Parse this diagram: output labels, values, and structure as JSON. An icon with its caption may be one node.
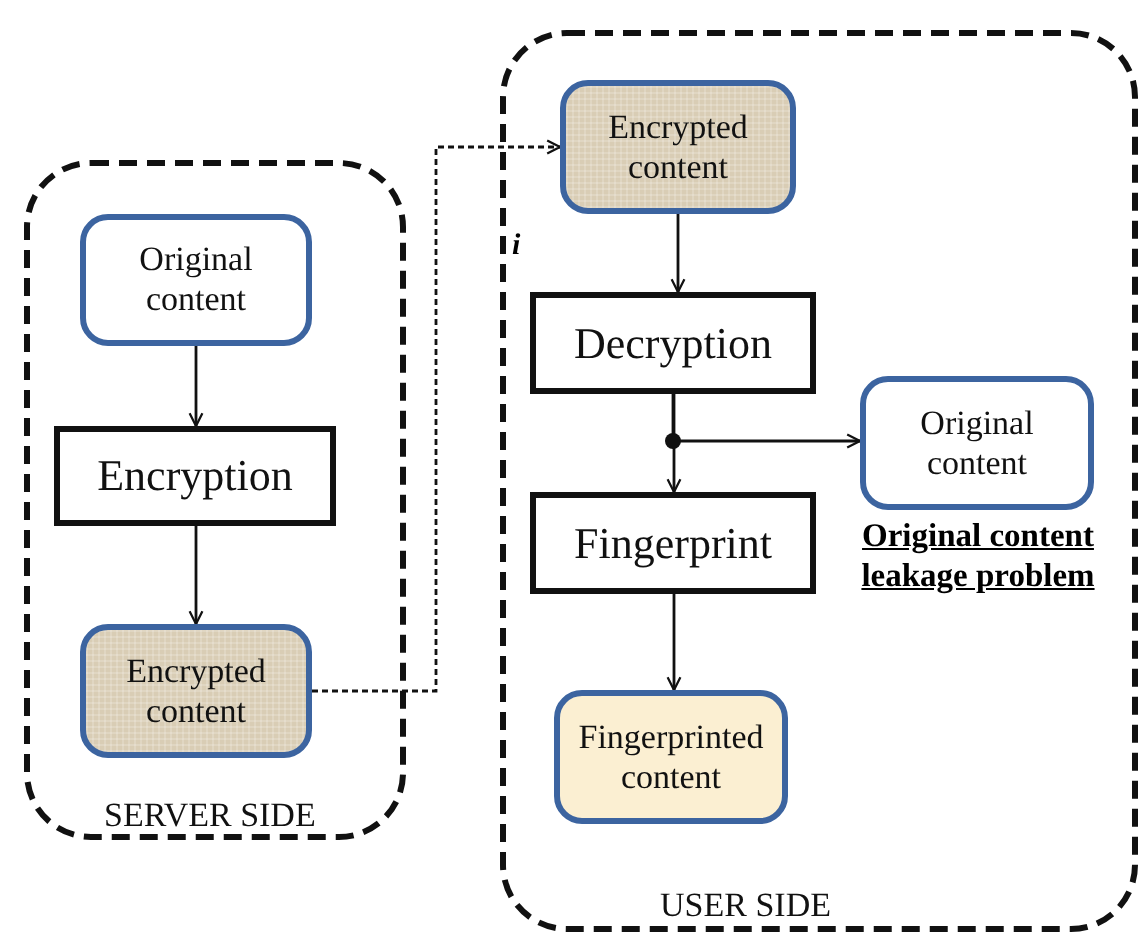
{
  "diagram": {
    "nodes": [
      {
        "text": [
          "SERVER SIDE"
        ]
      },
      {
        "text": [
          "Original content"
        ],
        "in": 0
      },
      {
        "text": [
          "Encryption"
        ],
        "in": 0
      },
      {
        "text": [
          "Encrypted content"
        ],
        "in": 0
      },
      {
        "text": [
          "USER SIDE"
        ]
      },
      {
        "text": [
          "Encrypted content"
        ],
        "in": 4
      },
      {
        "text": [
          "Decryption"
        ],
        "in": 4
      },
      {
        "text": [
          "Original content"
        ],
        "in": 4,
        "beside": [
          "Original content leakage problem"
        ]
      },
      {
        "text": [
          "Fingerprint"
        ],
        "in": 4
      },
      {
        "text": [
          "Fingerprinted content"
        ],
        "in": 4
      }
    ],
    "edges": [
      {
        "from": 1,
        "to": 2,
        "arrow": "to"
      },
      {
        "from": 2,
        "to": 3,
        "arrow": "to"
      },
      {
        "from": 3,
        "to": 5,
        "arrow": "to",
        "style": "dashed"
      },
      {
        "from": 5,
        "to": 6,
        "arrow": "to"
      },
      {
        "from": 6,
        "to": 8,
        "arrow": "to"
      },
      {
        "from": 6,
        "to": 7,
        "arrow": "to"
      },
      {
        "from": 8,
        "to": 9,
        "arrow": "to"
      }
    ],
    "labels": [
      "i"
    ]
  }
}
